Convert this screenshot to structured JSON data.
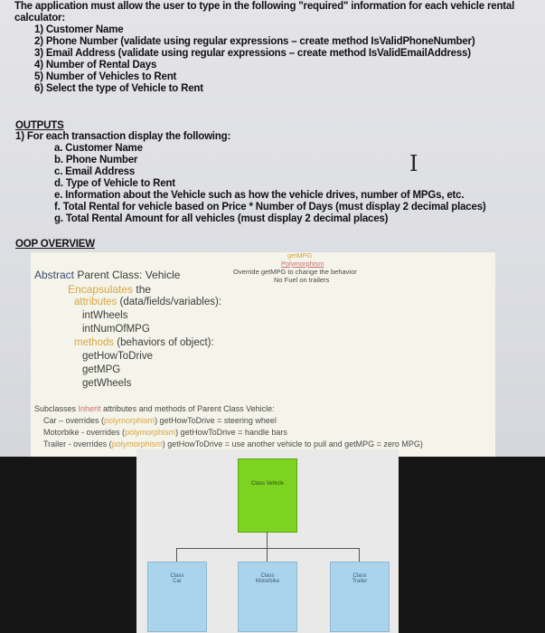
{
  "intro": {
    "line1": "The application must allow the user to type in the following \"required\" information for each vehicle rental",
    "line2": "calculator:"
  },
  "required_items": [
    "1)  Customer Name",
    "2)  Phone Number (validate using regular expressions – create method IsValidPhoneNumber)",
    "3)  Email Address (validate using regular expressions – create method IsValidEmailAddress)",
    "4)  Number of Rental Days",
    "5)  Number of Vehicles to Rent",
    "6)  Select the type of Vehicle to Rent"
  ],
  "outputs": {
    "heading": "OUTPUTS",
    "intro": "1)  For each transaction display the following:",
    "items": [
      "a.  Customer Name",
      "b.  Phone Number",
      "c.  Email Address",
      "d.  Type of Vehicle to Rent",
      "e.  Information about the Vehicle such as how the vehicle drives, number of MPGs, etc.",
      "f.   Total Rental for vehicle based on Price * Number of Days (must display 2 decimal places)",
      "g.  Total Rental Amount for all vehicles (must display 2 decimal places)"
    ],
    "cursor_glyph": "I"
  },
  "oop": {
    "heading": "OOP OVERVIEW",
    "abstract_word": "Abstract",
    "parent_class": " Parent Class: Vehicle",
    "encapsulates": "Encapsulates",
    "encapsulates_rest": " the",
    "attributes_word": "attributes",
    "attributes_rest": " (data/fields/variables):",
    "attrs": [
      "intWheels",
      "intNumOfMPG"
    ],
    "methods_word": "methods",
    "methods_rest": " (behaviors of object):",
    "methods": [
      "getHowToDrive",
      "getMPG",
      "getWheels"
    ],
    "note_getmpg": "getMPG",
    "note_poly": "Polymorphism",
    "note_override": "Override getMPG to change the behavior",
    "note_nofuel": "No Fuel on trailers",
    "sub_intro": "Subclasses ",
    "sub_inherit": "Inherit",
    "sub_intro_rest": " attributes and methods of Parent Class Vehicle:",
    "car_a": "Car – overrides (",
    "car_poly": "polymorphism",
    "car_b": ") getHowToDrive = steering wheel",
    "moto_a": "Motorbike - overrides (",
    "moto_poly": "polymorphism",
    "moto_b": ")  getHowToDrive = handle bars",
    "trailer_a": "Trailer - overrides (",
    "trailer_poly": "polymorphism",
    "trailer_b": ") getHowToDrive = use another vehicle to pull and getMPG = zero MPG)"
  },
  "diagram": {
    "parent": "Class Vehicle",
    "children": [
      {
        "line1": "Class",
        "line2": "Car"
      },
      {
        "line1": "Class",
        "line2": "Motorbike"
      },
      {
        "line1": "Class",
        "line2": "Trailer"
      }
    ],
    "colors": {
      "parent_green": "#7cd321",
      "child_blue": "#a9d4ec",
      "orange": "#d9a441",
      "pink": "#cc6e6e"
    }
  }
}
